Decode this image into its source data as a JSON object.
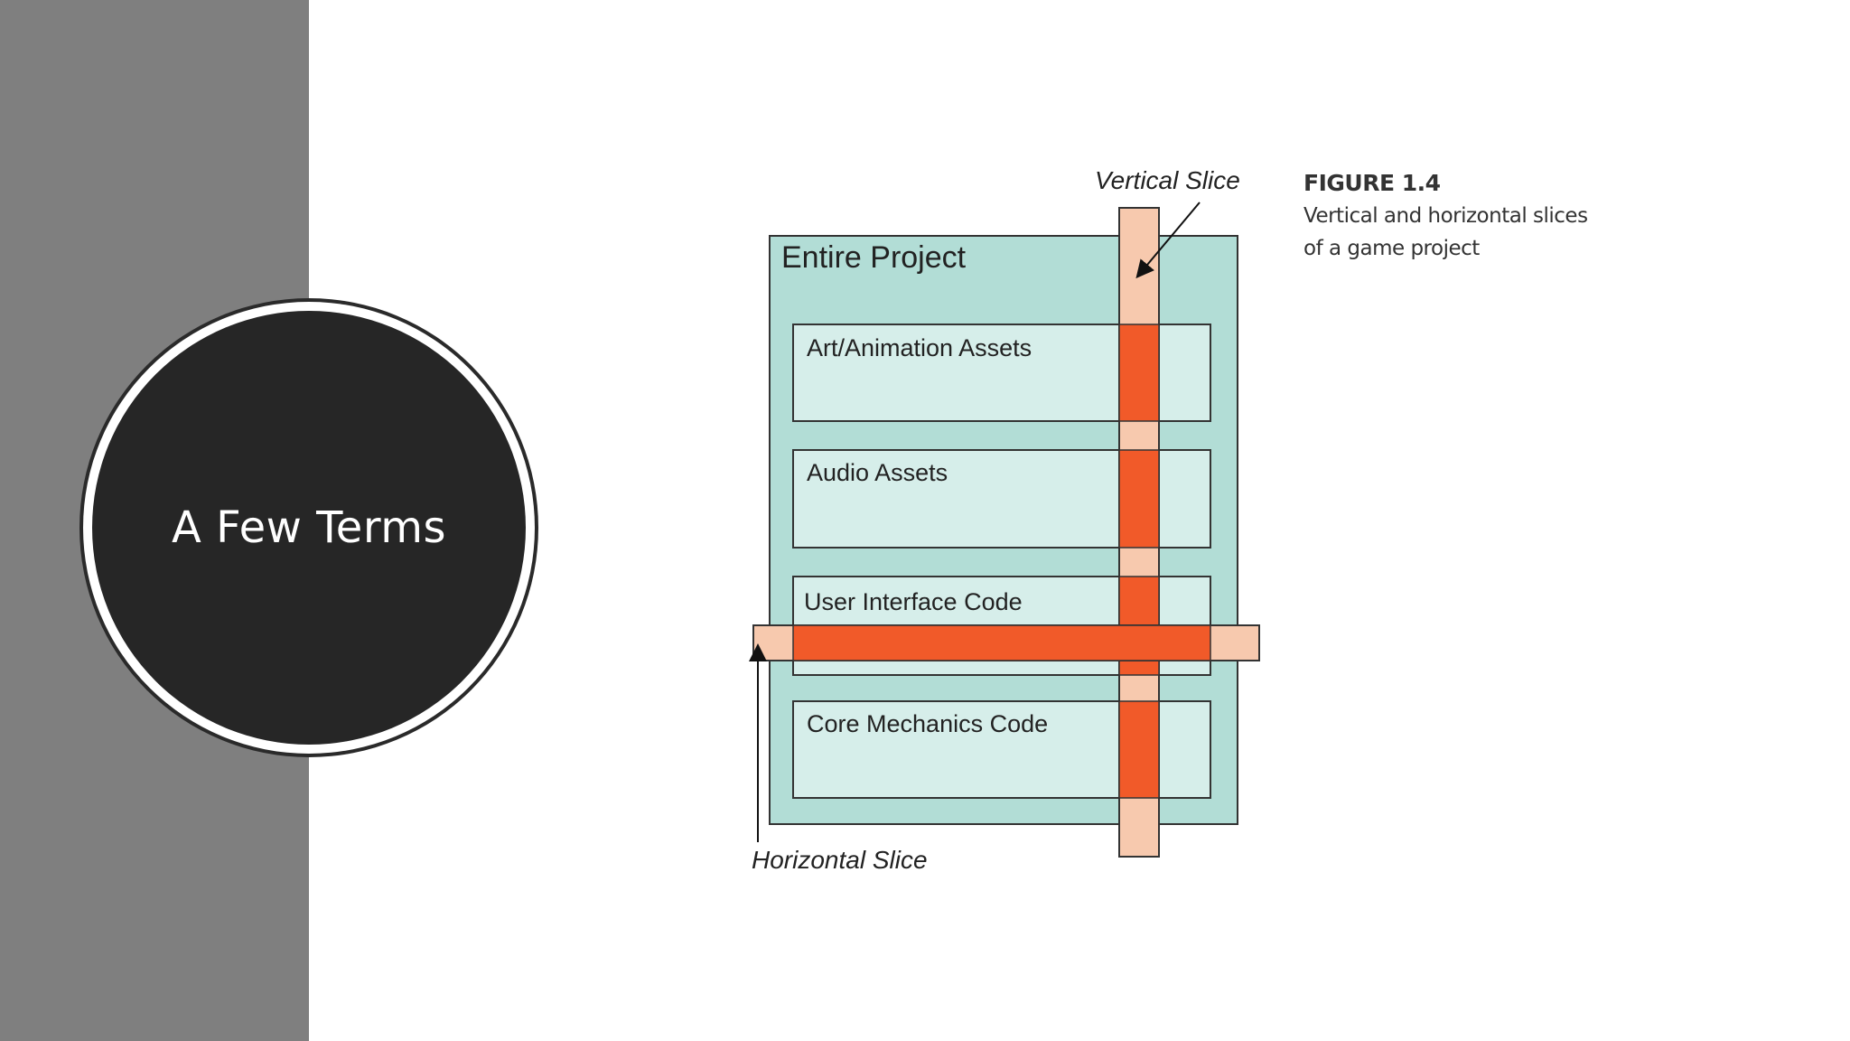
{
  "slide": {
    "title": "A Few Terms"
  },
  "figure": {
    "number": "FIGURE 1.4",
    "caption": "Vertical and horizontal slices of a game project"
  },
  "diagram": {
    "project_label": "Entire Project",
    "layers": [
      "Art/Animation Assets",
      "Audio Assets",
      "User Interface Code",
      "Core Mechanics Code"
    ],
    "vertical_slice_label": "Vertical Slice",
    "horizontal_slice_label": "Horizontal Slice"
  },
  "colors": {
    "side_panel": "#7f7f7f",
    "circle": "#262626",
    "project_fill": "#b2ddd6",
    "layer_fill": "#d6eeea",
    "slice_light": "#f7c9ae",
    "slice_dark": "#f15a29"
  }
}
